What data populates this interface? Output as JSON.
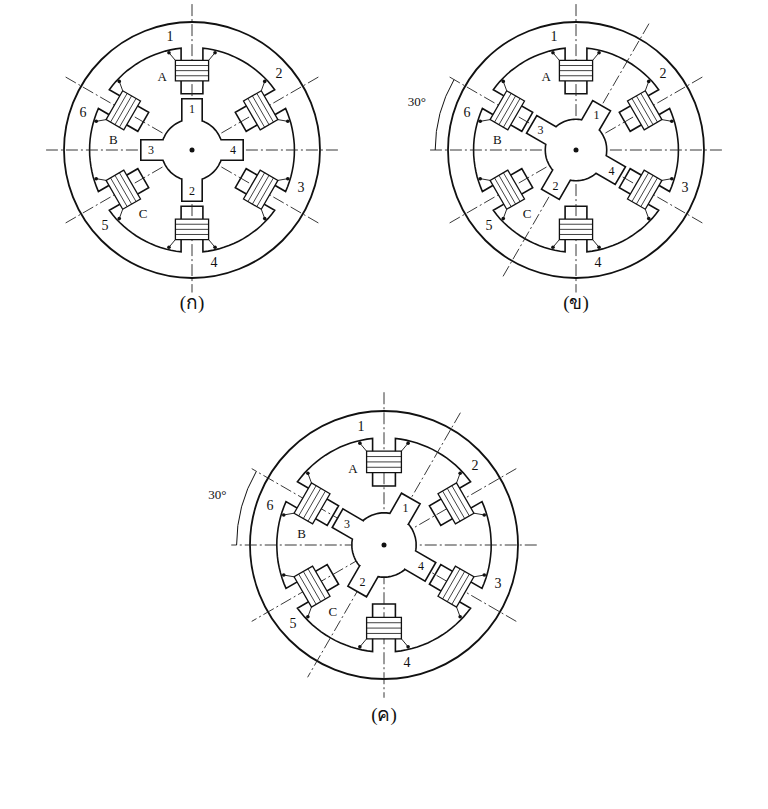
{
  "diagram": {
    "labels": [
      "1",
      "2",
      "3",
      "4",
      "5",
      "6",
      "A",
      "B",
      "C",
      "1",
      "2",
      "3",
      "4",
      "(ก)",
      "1",
      "2",
      "3",
      "4",
      "5",
      "6",
      "A",
      "B",
      "C",
      "1",
      "2",
      "3",
      "4",
      "30°",
      "(ข)",
      "1",
      "2",
      "3",
      "4",
      "5",
      "6",
      "A",
      "B",
      "C",
      "1",
      "2",
      "3",
      "4",
      "30°",
      "(ค)"
    ]
  }
}
